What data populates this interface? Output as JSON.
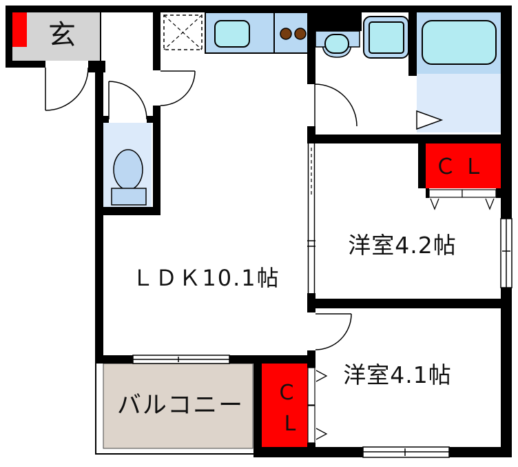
{
  "type": "floor-plan",
  "labels": {
    "entrance": "玄",
    "ldk": "ＬＤＫ10.1帖",
    "western_room_a": "洋室4.2帖",
    "western_room_b": "洋室4.1帖",
    "balcony": "バルコニー",
    "closet_a": "ＣＬ",
    "closet_b_line1": "C",
    "closet_b_line2": "L"
  },
  "colors": {
    "wall": "#000000",
    "closet_highlight": "#ff0000",
    "entrance_marker": "#ff0000",
    "entrance_floor": "#d4d4d4",
    "fixture_blue": "#b9d9f3",
    "fixture_cyan": "#b3ebf2",
    "room_floor_blue": "#dceafa",
    "balcony_floor": "#ddd4cb",
    "burner_brown": "#753c0f"
  }
}
